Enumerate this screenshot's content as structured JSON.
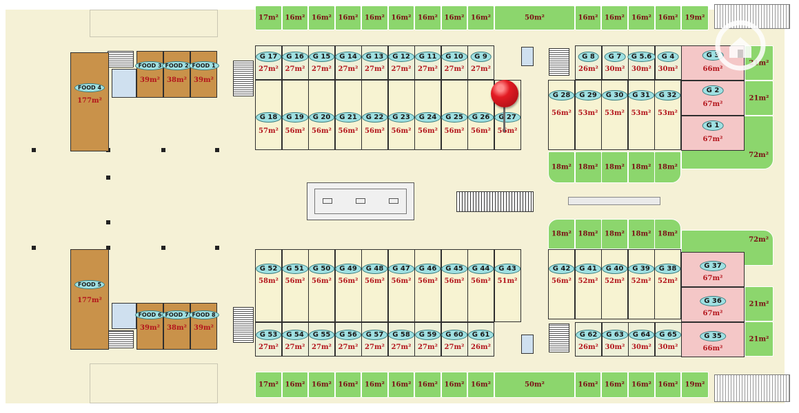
{
  "plan": {
    "top_units": [
      {
        "id": "G 17",
        "area": "27m²"
      },
      {
        "id": "G 16",
        "area": "27m²"
      },
      {
        "id": "G 15",
        "area": "27m²"
      },
      {
        "id": "G 14",
        "area": "27m²"
      },
      {
        "id": "G 13",
        "area": "27m²"
      },
      {
        "id": "G 12",
        "area": "27m²"
      },
      {
        "id": "G 11",
        "area": "27m²"
      },
      {
        "id": "G 10",
        "area": "27m²"
      },
      {
        "id": "G 9",
        "area": "27m²"
      }
    ],
    "second_units": [
      {
        "id": "G 18",
        "area": "57m²"
      },
      {
        "id": "G 19",
        "area": "56m²"
      },
      {
        "id": "G 20",
        "area": "56m²"
      },
      {
        "id": "G 21",
        "area": "56m²"
      },
      {
        "id": "G 22",
        "area": "56m²"
      },
      {
        "id": "G 23",
        "area": "56m²"
      },
      {
        "id": "G 24",
        "area": "56m²"
      },
      {
        "id": "G 25",
        "area": "56m²"
      },
      {
        "id": "G 26",
        "area": "56m²"
      },
      {
        "id": "G 27",
        "area": "56m²"
      }
    ],
    "right_top_small": [
      {
        "id": "G 8",
        "area": "26m²"
      },
      {
        "id": "G 7",
        "area": "30m²"
      },
      {
        "id": "G 5.6",
        "area": "30m²"
      },
      {
        "id": "G 4",
        "area": "30m²"
      }
    ],
    "right_top_second": [
      {
        "id": "G 28",
        "area": "56m²"
      },
      {
        "id": "G 29",
        "area": "53m²"
      },
      {
        "id": "G 30",
        "area": "53m²"
      },
      {
        "id": "G 31",
        "area": "53m²"
      },
      {
        "id": "G 32",
        "area": "53m²"
      }
    ],
    "pink_top": [
      {
        "id": "G 3",
        "area": "66m²"
      },
      {
        "id": "G 2",
        "area": "67m²"
      },
      {
        "id": "G 1",
        "area": "67m²"
      }
    ],
    "lower_second": [
      {
        "id": "G 52",
        "area": "58m²"
      },
      {
        "id": "G 51",
        "area": "56m²"
      },
      {
        "id": "G 50",
        "area": "56m²"
      },
      {
        "id": "G 49",
        "area": "56m²"
      },
      {
        "id": "G 48",
        "area": "56m²"
      },
      {
        "id": "G 47",
        "area": "56m²"
      },
      {
        "id": "G 46",
        "area": "56m²"
      },
      {
        "id": "G 45",
        "area": "56m²"
      },
      {
        "id": "G 44",
        "area": "56m²"
      },
      {
        "id": "G 43",
        "area": "51m²"
      }
    ],
    "bottom_units": [
      {
        "id": "G 53",
        "area": "27m²"
      },
      {
        "id": "G 54",
        "area": "27m²"
      },
      {
        "id": "G 55",
        "area": "27m²"
      },
      {
        "id": "G 56",
        "area": "27m²"
      },
      {
        "id": "G 57",
        "area": "27m²"
      },
      {
        "id": "G 58",
        "area": "27m²"
      },
      {
        "id": "G 59",
        "area": "27m²"
      },
      {
        "id": "G 60",
        "area": "27m²"
      },
      {
        "id": "G 61",
        "area": "26m²"
      }
    ],
    "right_bottom_second": [
      {
        "id": "G 42",
        "area": "56m²"
      },
      {
        "id": "G 41",
        "area": "52m²"
      },
      {
        "id": "G 40",
        "area": "52m²"
      },
      {
        "id": "G 39",
        "area": "52m²"
      },
      {
        "id": "G 38",
        "area": "52m²"
      }
    ],
    "right_bottom_small": [
      {
        "id": "G 62",
        "area": "26m²"
      },
      {
        "id": "G 63",
        "area": "30m²"
      },
      {
        "id": "G 64",
        "area": "30m²"
      },
      {
        "id": "G 65",
        "area": "30m²"
      }
    ],
    "pink_bottom": [
      {
        "id": "G 37",
        "area": "67m²"
      },
      {
        "id": "G 36",
        "area": "67m²"
      },
      {
        "id": "G 35",
        "area": "66m²"
      }
    ],
    "food_top": [
      {
        "id": "FOOD 3",
        "area": "39m²"
      },
      {
        "id": "FOOD 2",
        "area": "38m²"
      },
      {
        "id": "FOOD 1",
        "area": "39m²"
      }
    ],
    "food_bottom": [
      {
        "id": "FOOD 6",
        "area": "39m²"
      },
      {
        "id": "FOOD 7",
        "area": "38m²"
      },
      {
        "id": "FOOD 8",
        "area": "39m²"
      }
    ],
    "food_big_top": {
      "id": "FOOD 4",
      "area": "177m²"
    },
    "food_big_bottom": {
      "id": "FOOD 5",
      "area": "177m²"
    },
    "green_top": [
      "17m²",
      "16m²",
      "16m²",
      "16m²",
      "16m²",
      "16m²",
      "16m²",
      "16m²",
      "16m²",
      "50m²",
      "16m²",
      "16m²",
      "16m²",
      "16m²",
      "19m²"
    ],
    "green_bottom": [
      "17m²",
      "16m²",
      "16m²",
      "16m²",
      "16m²",
      "16m²",
      "16m²",
      "16m²",
      "16m²",
      "50m²",
      "16m²",
      "16m²",
      "16m²",
      "16m²",
      "19m²"
    ],
    "green_mid_top": [
      "18m²",
      "18m²",
      "18m²",
      "18m²",
      "18m²"
    ],
    "green_mid_bottom": [
      "18m²",
      "18m²",
      "18m²",
      "18m²",
      "18m²"
    ],
    "green_right": [
      "21m²",
      "21m²",
      "72m²",
      "72m²",
      "21m²",
      "21m²"
    ],
    "colors": {
      "floor": "#f5f1d6",
      "unit": "#f7f3d2",
      "pink": "#f4c7c7",
      "food": "#c9924a",
      "green": "#8cd66d",
      "label_bubble": "#9fe0e2",
      "area_text": "#b3151c",
      "marker": "#e21b23"
    },
    "icons": {
      "marker": "location-pin-icon",
      "logo": "home-logo-icon"
    }
  }
}
